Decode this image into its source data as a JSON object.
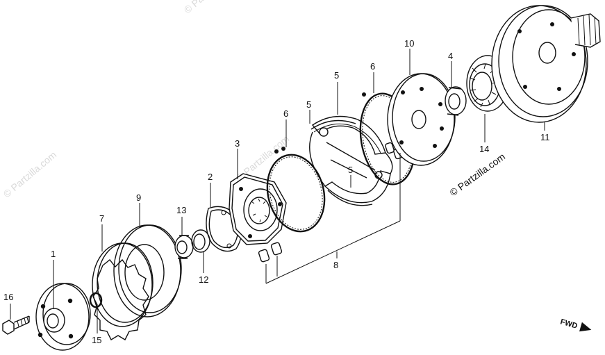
{
  "diagram": {
    "callouts": {
      "c1": "1",
      "c2": "2",
      "c3": "3",
      "c4": "4",
      "c5a": "5",
      "c5b": "5",
      "c5c": "5",
      "c6a": "6",
      "c6b": "6",
      "c7": "7",
      "c8": "8",
      "c9": "9",
      "c10": "10",
      "c11": "11",
      "c12": "12",
      "c13": "13",
      "c14": "14",
      "c15": "15",
      "c16": "16"
    },
    "watermark": {
      "main": "© Partzilla.com",
      "faint_1": "© Partzilla.com",
      "faint_2": "© Partzilla.com",
      "faint_3": "© Partzilla.com"
    },
    "direction_label": "FWD"
  }
}
